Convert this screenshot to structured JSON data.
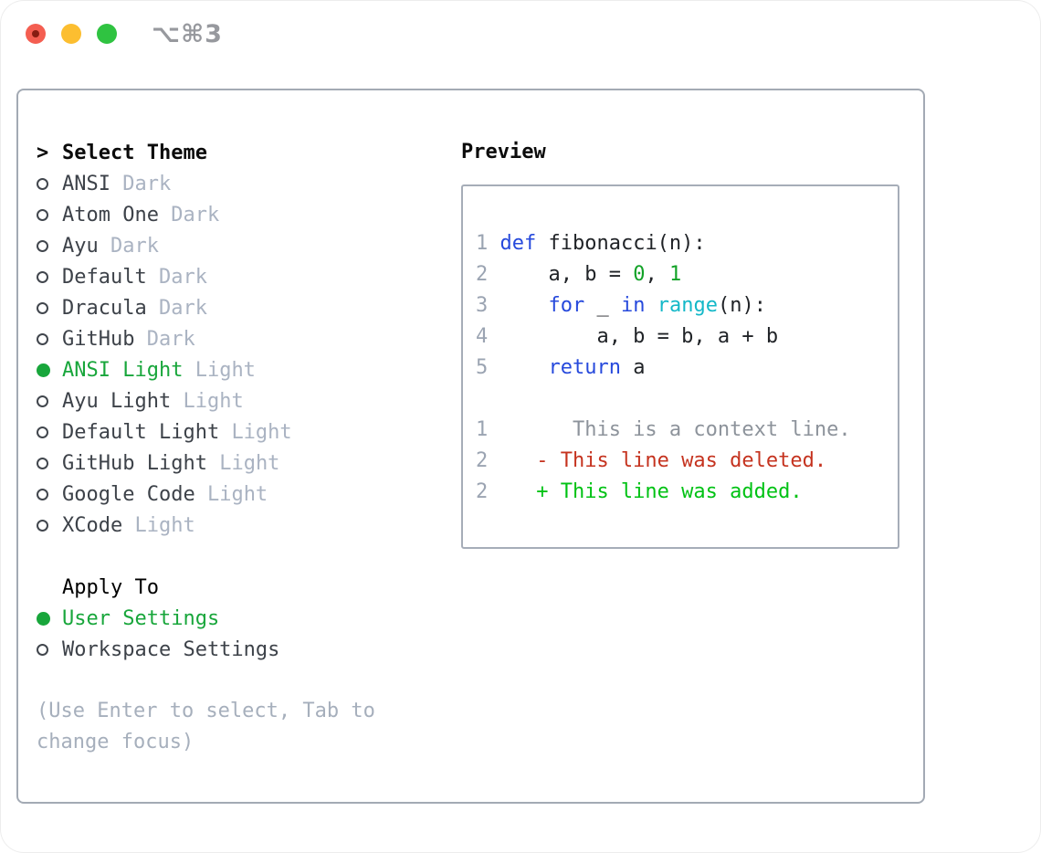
{
  "window": {
    "shortcut": "⌥⌘3",
    "traffic_lights": {
      "red": "#f45e51",
      "red_dot": "#871d12",
      "yellow": "#fcbe30",
      "green": "#2fc341"
    }
  },
  "palette": {
    "keyword": "#2649dc",
    "builtin": "#14b8c8",
    "number": "#12a227",
    "code": "#202327",
    "added": "#00c214",
    "deleted": "#c5331f",
    "context": "#8d939b",
    "gutter": "#9ba4b2",
    "item": "#3d4249",
    "variant": "#aab3c2",
    "selected": "#18a63b",
    "help": "#a6afbc"
  },
  "theme_panel": {
    "prompt": ">",
    "title": "Select Theme",
    "items": [
      {
        "name": "ANSI",
        "variant": "Dark",
        "selected": false
      },
      {
        "name": "Atom One",
        "variant": "Dark",
        "selected": false
      },
      {
        "name": "Ayu",
        "variant": "Dark",
        "selected": false
      },
      {
        "name": "Default",
        "variant": "Dark",
        "selected": false
      },
      {
        "name": "Dracula",
        "variant": "Dark",
        "selected": false
      },
      {
        "name": "GitHub",
        "variant": "Dark",
        "selected": false
      },
      {
        "name": "ANSI Light",
        "variant": "Light",
        "selected": true
      },
      {
        "name": "Ayu Light",
        "variant": "Light",
        "selected": false
      },
      {
        "name": "Default Light",
        "variant": "Light",
        "selected": false
      },
      {
        "name": "GitHub Light",
        "variant": "Light",
        "selected": false
      },
      {
        "name": "Google Code",
        "variant": "Light",
        "selected": false
      },
      {
        "name": "XCode",
        "variant": "Light",
        "selected": false
      }
    ]
  },
  "apply_to": {
    "title": "Apply To",
    "options": [
      {
        "label": "User Settings",
        "selected": true
      },
      {
        "label": "Workspace Settings",
        "selected": false
      }
    ]
  },
  "help_text": "(Use Enter to select, Tab to\nchange focus)",
  "preview": {
    "title": "Preview",
    "lines": [
      {
        "num": "1",
        "seg": [
          {
            "t": "def",
            "c": "keyword"
          },
          {
            "t": " fibonacci(n):",
            "c": "code"
          }
        ]
      },
      {
        "num": "2",
        "seg": [
          {
            "t": "    a, b = ",
            "c": "code"
          },
          {
            "t": "0",
            "c": "number"
          },
          {
            "t": ", ",
            "c": "code"
          },
          {
            "t": "1",
            "c": "number"
          }
        ]
      },
      {
        "num": "3",
        "seg": [
          {
            "t": "    ",
            "c": "code"
          },
          {
            "t": "for",
            "c": "keyword"
          },
          {
            "t": " _ ",
            "c": "code"
          },
          {
            "t": "in",
            "c": "keyword"
          },
          {
            "t": " ",
            "c": "code"
          },
          {
            "t": "range",
            "c": "builtin"
          },
          {
            "t": "(n):",
            "c": "code"
          }
        ]
      },
      {
        "num": "4",
        "seg": [
          {
            "t": "        a, b = b, a + b",
            "c": "code"
          }
        ]
      },
      {
        "num": "5",
        "seg": [
          {
            "t": "    ",
            "c": "code"
          },
          {
            "t": "return",
            "c": "keyword"
          },
          {
            "t": " a",
            "c": "code"
          }
        ]
      },
      {
        "num": "",
        "seg": []
      },
      {
        "num": "1",
        "seg": [
          {
            "t": "      This is a context line.",
            "c": "context"
          }
        ]
      },
      {
        "num": "2",
        "seg": [
          {
            "t": "   - This line was deleted.",
            "c": "deleted"
          }
        ]
      },
      {
        "num": "2",
        "seg": [
          {
            "t": "   + This line was added.",
            "c": "added"
          }
        ]
      }
    ]
  }
}
